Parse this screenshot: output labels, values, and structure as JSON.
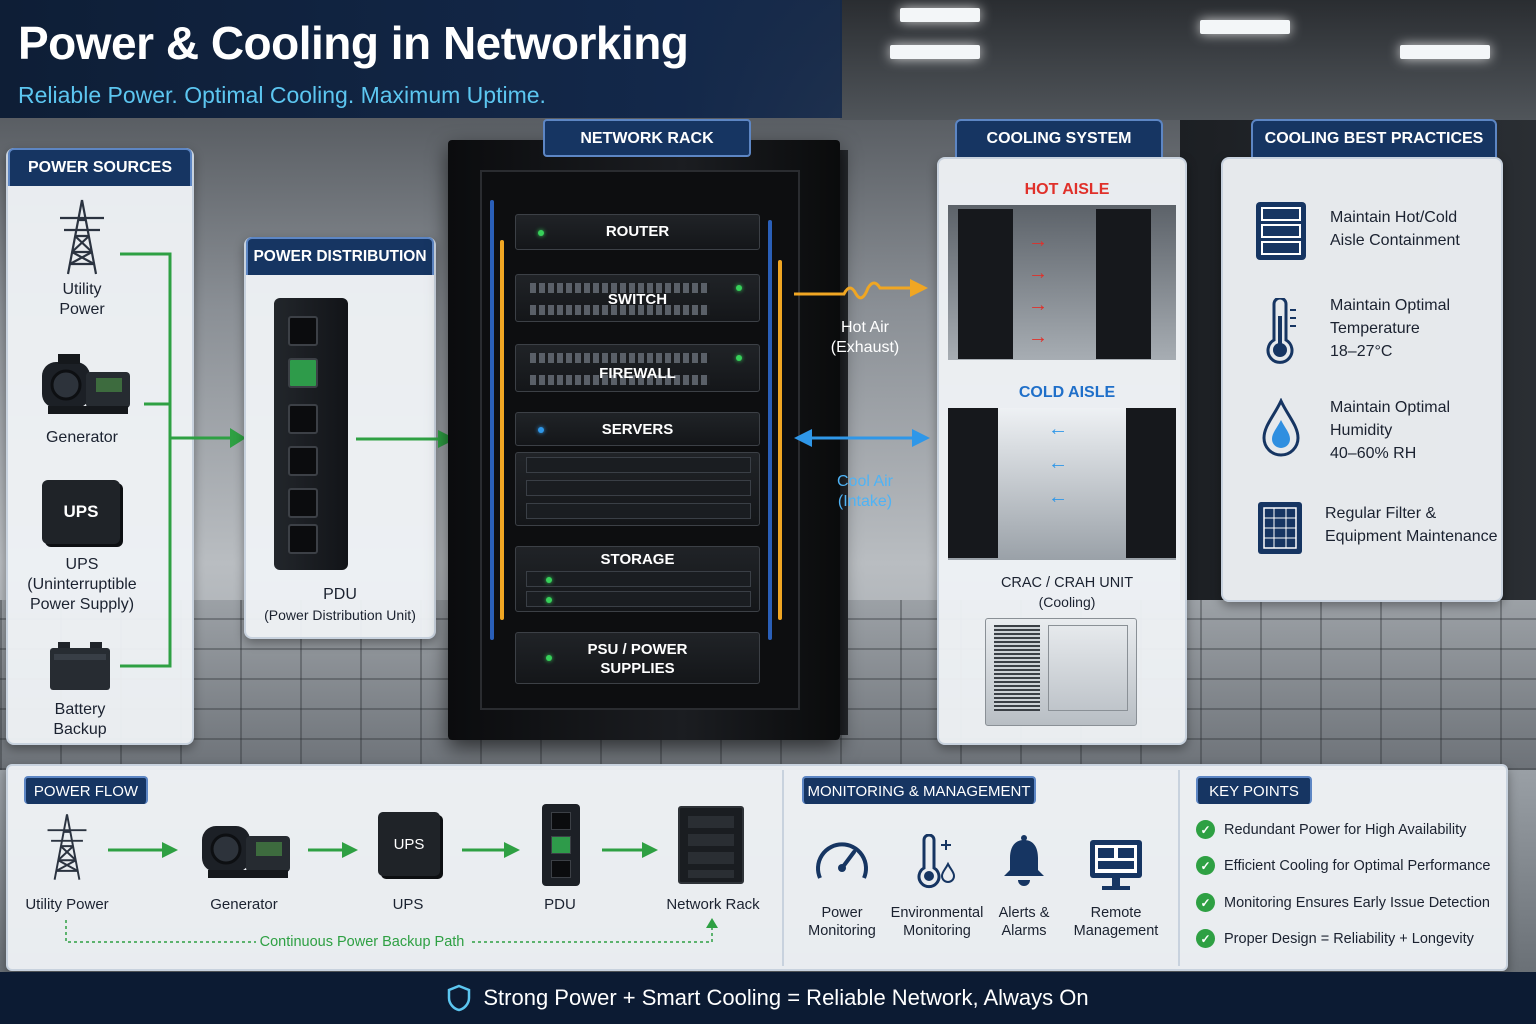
{
  "header": {
    "title": "Power & Cooling in Networking",
    "subtitle": "Reliable Power. Optimal Cooling. Maximum Uptime."
  },
  "power_sources": {
    "tab": "POWER SOURCES",
    "items": [
      {
        "label": "Utility\nPower",
        "icon": "power-tower-icon"
      },
      {
        "label": "Generator",
        "icon": "generator-icon"
      },
      {
        "label": "UPS\n(Uninterruptible\nPower Supply)",
        "icon": "ups-icon",
        "badge": "UPS"
      },
      {
        "label": "Battery\nBackup",
        "icon": "battery-icon"
      }
    ]
  },
  "power_distribution": {
    "tab": "POWER DISTRIBUTION",
    "pdu_label": "PDU",
    "pdu_sublabel": "(Power Distribution Unit)"
  },
  "network_rack": {
    "tab": "NETWORK RACK",
    "devices": [
      "ROUTER",
      "SWITCH",
      "FIREWALL",
      "SERVERS",
      "STORAGE",
      "PSU / POWER\nSUPPLIES"
    ]
  },
  "airflow": {
    "hot_air": "Hot Air\n(Exhaust)",
    "cool_air": "Cool Air\n(Intake)"
  },
  "cooling_system": {
    "tab": "COOLING SYSTEM",
    "hot_aisle": "HOT AISLE",
    "cold_aisle": "COLD AISLE",
    "crac_label": "CRAC / CRAH UNIT",
    "crac_sublabel": "(Cooling)"
  },
  "best_practices": {
    "tab": "COOLING BEST PRACTICES",
    "items": [
      {
        "icon": "server-stack-icon",
        "text": "Maintain Hot/Cold\nAisle Containment"
      },
      {
        "icon": "thermometer-icon",
        "text": "Maintain Optimal\nTemperature\n18–27°C"
      },
      {
        "icon": "water-drop-icon",
        "text": "Maintain Optimal\nHumidity\n40–60% RH"
      },
      {
        "icon": "filter-icon",
        "text": "Regular Filter &\nEquipment Maintenance"
      }
    ]
  },
  "power_flow": {
    "tab": "POWER FLOW",
    "steps": [
      "Utility Power",
      "Generator",
      "UPS",
      "PDU",
      "Network Rack"
    ],
    "ups_badge": "UPS",
    "backup_path": "Continuous Power Backup Path"
  },
  "monitoring": {
    "tab": "MONITORING & MANAGEMENT",
    "items": [
      {
        "icon": "gauge-icon",
        "label": "Power\nMonitoring"
      },
      {
        "icon": "thermometer-icon",
        "label": "Environmental\nMonitoring"
      },
      {
        "icon": "bell-icon",
        "label": "Alerts &\nAlarms"
      },
      {
        "icon": "monitor-icon",
        "label": "Remote\nManagement"
      }
    ]
  },
  "key_points": {
    "tab": "KEY POINTS",
    "items": [
      "Redundant Power for High Availability",
      "Efficient Cooling for Optimal Performance",
      "Monitoring Ensures Early Issue Detection",
      "Proper Design = Reliability + Longevity"
    ]
  },
  "footer": {
    "text": "Strong Power + Smart Cooling = Reliable Network, Always On",
    "icon": "shield-icon"
  },
  "colors": {
    "navy": "#163562",
    "green_arrow": "#2ea043",
    "hot_air": "#f0a623",
    "cool_air": "#2f97e8",
    "hot_label": "#e0302a",
    "cold_label": "#1f6fc9"
  }
}
